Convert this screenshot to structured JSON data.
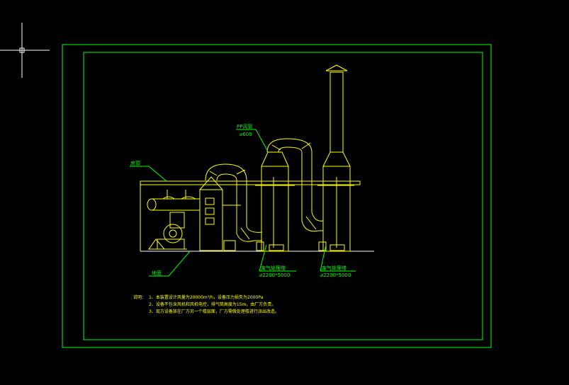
{
  "annotations": {
    "pp_duct_label": "PP风管",
    "pp_duct_size": "⌀600",
    "roof_label": "房顶",
    "ground_label": "地面",
    "tower1_label": "废气处理塔",
    "tower1_size": "⌀2200*5000",
    "tower2_label": "废气处理塔",
    "tower2_size": "⌀2200*5000"
  },
  "notes": {
    "prefix": "说明：",
    "line1": "1、本装置设计风量为20000m³/h，设备压力损失为2000Pa",
    "line2": "2、设备不包含风机和风机电控，排气筒高度为15m，由厂方负责。",
    "line3": "3、现方设备放在厂方另一个楼层面，厂方需做处理楼进行派出改造。"
  },
  "colors": {
    "frame": "#00ff00",
    "equipment": "#ffff00",
    "cursor": "#ffffff",
    "background": "#000000"
  }
}
